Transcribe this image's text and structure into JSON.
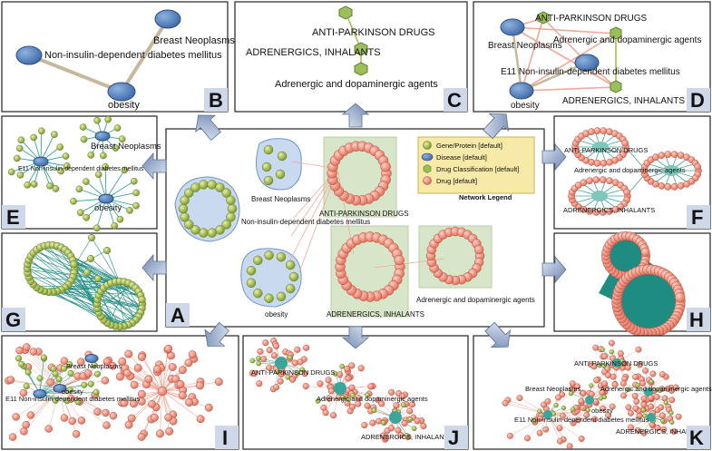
{
  "panels": {
    "A": {
      "letter": "A",
      "labels": {
        "breast": "Breast Neoplasms",
        "niddm": "Non-insulin-dependent diabetes mellitus",
        "obesity": "obesity",
        "antipark": "ANTI-PARKINSON DRUGS",
        "adrinh": "ADRENERGICS, INHALANTS",
        "adrdop": "Adrenergic and dopaminergic agents"
      },
      "legend": {
        "title": "Network Legend",
        "items": [
          "Gene/Protein [default]",
          "Disease [default]",
          "Drug Classification [default]",
          "Drug [default]"
        ]
      }
    },
    "B": {
      "letter": "B",
      "labels": {
        "breast": "Breast Neoplasms",
        "niddm": "Non-insulin-dependent diabetes mellitus",
        "obesity": "obesity"
      }
    },
    "C": {
      "letter": "C",
      "labels": {
        "antipark": "ANTI-PARKINSON DRUGS",
        "adrinh": "ADRENERGICS, INHALANTS",
        "adrdop": "Adrenergic and dopaminergic agents"
      }
    },
    "D": {
      "letter": "D",
      "labels": {
        "antipark": "ANTI-PARKINSON DRUGS",
        "breast": "Breast Neoplasms",
        "adrdop": "Adrenergic and dopaminergic agents",
        "e11": "E11 Non-insulin-dependent diabetes mellitus",
        "adrinh": "ADRENERGICS, INHALANTS",
        "obesity": "obesity"
      }
    },
    "E": {
      "letter": "E",
      "labels": {
        "breast": "Breast Neoplasms",
        "e11": "E11 Non-insulin-dependent diabetes mellitus",
        "obesity": "obesity"
      }
    },
    "F": {
      "letter": "F",
      "labels": {
        "antipark": "ANTI-PARKINSON DRUGS",
        "adrdop": "Adrenergic and dopaminergic agents",
        "adrinh": "ADRENERGICS, INHALANTS"
      }
    },
    "G": {
      "letter": "G"
    },
    "H": {
      "letter": "H"
    },
    "I": {
      "letter": "I",
      "labels": {
        "breast": "Breast Neoplasms",
        "obesity": "obesity",
        "e11": "E11 Non-insulin-dependent diabetes mellitus"
      }
    },
    "J": {
      "letter": "J",
      "labels": {
        "antipark": "ANTI-PARKINSON DRUGS",
        "adrdop": "Adrenergic and dopaminergic agents",
        "adrinh": "ADRENERGICS, INHALANTS"
      }
    },
    "K": {
      "letter": "K",
      "labels": {
        "antipark": "ANTI-PARKINSON DRUGS",
        "breast": "Breast Neoplasms",
        "adrdop": "Adrenergic and dopaminergic agents",
        "obesity": "obesity",
        "e11": "E11 Non-insulin-dependent diabetes mellitus",
        "adrinh": "ADRENERGICS, INHALANTS"
      }
    }
  },
  "colors": {
    "gene": "#a3b84a",
    "disease": "#4f7fbf",
    "drug_class": "#9bbf5a",
    "drug": "#ef8b78",
    "teal": "#1f8c82",
    "edge_tan": "#c4b99a",
    "edge_salmon": "#f0a898",
    "edge_teal": "#3aa59b",
    "group_bg": "#d7e6c8",
    "disease_bg": "#c9daf0",
    "legend_bg": "#f7e9a8",
    "arrow": "#8da2c3"
  }
}
